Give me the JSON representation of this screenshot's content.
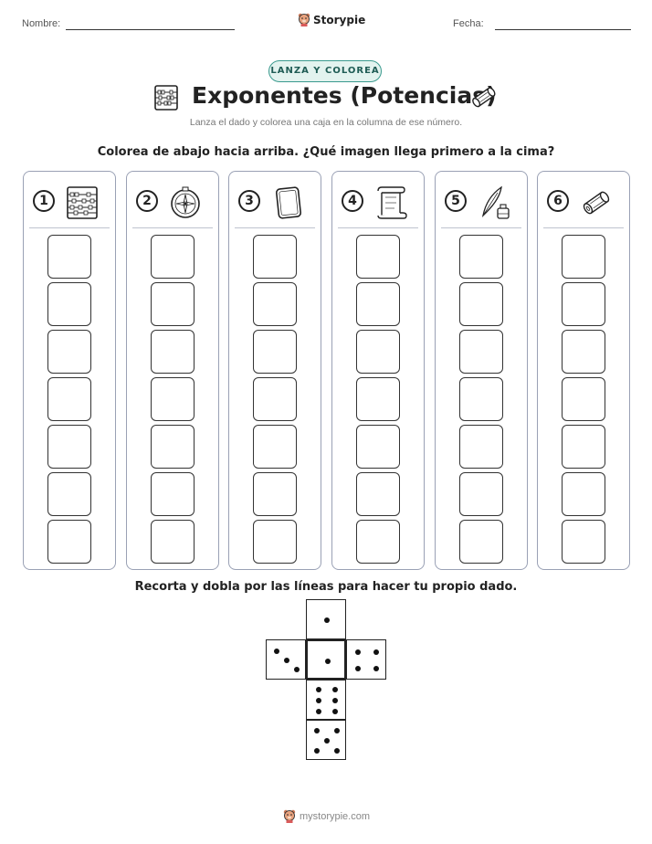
{
  "header": {
    "name_label": "Nombre:",
    "brand": "Storypie",
    "date_label": "Fecha:"
  },
  "badge": "LANZA Y COLOREA",
  "title": "Exponentes (Potencias)",
  "subtitle": "Lanza el dado y colorea una caja en la columna de ese número.",
  "instruction_top": "Colorea de abajo hacia arriba. ¿Qué imagen llega primero a la cima?",
  "columns": [
    {
      "number": "1",
      "icon": "abacus-icon"
    },
    {
      "number": "2",
      "icon": "compass-icon"
    },
    {
      "number": "3",
      "icon": "slate-tablet-icon"
    },
    {
      "number": "4",
      "icon": "scroll-paper-icon"
    },
    {
      "number": "5",
      "icon": "quill-inkpot-icon"
    },
    {
      "number": "6",
      "icon": "rolled-scroll-icon"
    }
  ],
  "boxes_per_column": 7,
  "instruction_bottom": "Recorta y dobla por las líneas para hacer tu propio dado.",
  "die_faces": [
    1,
    3,
    1,
    4,
    6,
    5
  ],
  "footer": "mystorypie.com",
  "colors": {
    "badge_border": "#3a9a8e",
    "badge_bg": "#e3f3ef",
    "column_border": "#9aa1b5"
  }
}
